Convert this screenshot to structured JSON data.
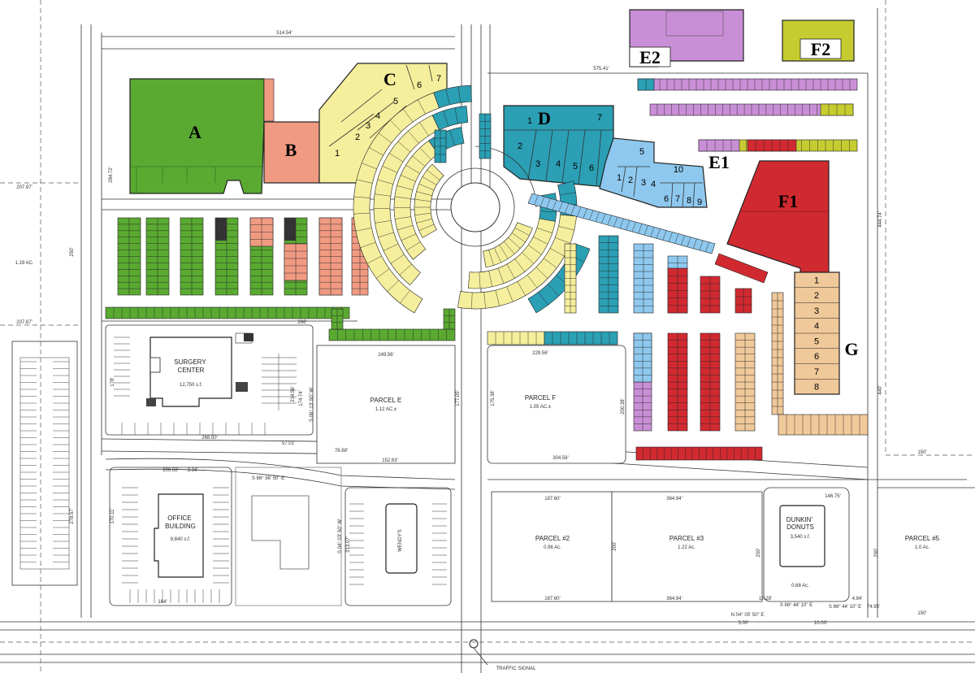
{
  "buildings": [
    {
      "id": "A",
      "label": "A",
      "color": "#5aaa32"
    },
    {
      "id": "B",
      "label": "B",
      "color": "#f09a82"
    },
    {
      "id": "C",
      "label": "C",
      "color": "#f5ee9c",
      "units": [
        "1",
        "2",
        "3",
        "4",
        "5",
        "6",
        "7"
      ]
    },
    {
      "id": "D",
      "label": "D",
      "color": "#2b9fb4",
      "units": [
        "1",
        "2",
        "3",
        "4",
        "5",
        "6",
        "7"
      ]
    },
    {
      "id": "E1",
      "label": "E1",
      "color": "#8ec8ee",
      "units": [
        "1",
        "2",
        "3",
        "4",
        "5",
        "6",
        "7",
        "8",
        "9",
        "10"
      ]
    },
    {
      "id": "E2",
      "label": "E2",
      "color": "#c98fd6"
    },
    {
      "id": "F1",
      "label": "F1",
      "color": "#d02a30"
    },
    {
      "id": "F2",
      "label": "F2",
      "color": "#c6cc30"
    },
    {
      "id": "G",
      "label": "G",
      "color": "#f0c99a",
      "units": [
        "1",
        "2",
        "3",
        "4",
        "5",
        "6",
        "7",
        "8"
      ]
    }
  ],
  "labels": {
    "surgery_center": "SURGERY\nCENTER",
    "surgery_area": "12,750 s.f.",
    "office_building": "OFFICE\nBUILDING",
    "office_area": "9,840 s.f.",
    "parcel_e": "PARCEL E",
    "parcel_e_area": "1.12 AC.±",
    "parcel_f": "PARCEL F",
    "parcel_f_area": "1.05 AC.±",
    "parcel_2": "PARCEL #2",
    "parcel_2_area": "0.96 Ac.",
    "parcel_3": "PARCEL #3",
    "parcel_3_area": "1.22 Ac.",
    "parcel_5": "PARCEL #5",
    "parcel_5_area": "1.0 Ac.",
    "dunkin": "DUNKIN'\nDONUTS",
    "dunkin_area": "3,540 s.f.",
    "dunkin_lot": "0.68 Ac.",
    "wendys": "WENDY'S",
    "left_parcel_area": "1.19 AC.",
    "traffic_signal": "TRAFFIC SIGNAL"
  },
  "dimensions": {
    "top_width": "514.54'",
    "e2_line": "575.41'",
    "left_207a": "207.87'",
    "left_207b": "207.87'",
    "left_284": "284.72'",
    "left_250": "250'",
    "right_444": "444.74'",
    "parcel_e_top": "249.56'",
    "parcel_f_top": "229.56'",
    "parcel_e_bottom": "152.63'",
    "parcel_f_bottom": "304.56'",
    "parcel_e_side": "177.05'",
    "parcel_f_side": "175.38'",
    "parcel_f_side2": "200.38'",
    "surgery_bottom": "268.50'",
    "surgery_side": "174.74'",
    "surgery_side2": "214.56'",
    "bearing_a": "S 06° 13' 50\" W",
    "bearing_b": "S 86° 56' 50\" E",
    "office_top": "200.58'",
    "office_top2": "3.34'",
    "office_side": "170.11'",
    "office_bottom": "164'",
    "wendys_side": "213.07'",
    "wendys_bearing": "S 04° 03' 50\" W",
    "p2_top": "187.60'",
    "p3_top": "364.94'",
    "p2_bottom": "187.60'",
    "p3_bottom": "364.94'",
    "p2_side": "200'",
    "dunkin_side": "200'",
    "dunkin_top": "146.75'",
    "dunkin_bottom1": "18.28'",
    "dunkin_bottom2": "S 86° 44' 10\" E",
    "dunkin_bottom3": "N 04° 05' 50\" E",
    "dunkin_bottom4": "5.00'",
    "dunkin_bottom5": "10.00'",
    "right_bearing": "S 86° 44' 10\" E",
    "right_dim1": "4.84'",
    "right_dim2": "74.95'",
    "p5_top": "150'",
    "p5_bottom": "150'",
    "p5_side": "290'",
    "far_left_side": "278.57'",
    "left_dims": "57.01'",
    "left_dims2": "76.88'",
    "g_side": "440'",
    "top_dim_a": "266'",
    "left_178": "178'"
  }
}
